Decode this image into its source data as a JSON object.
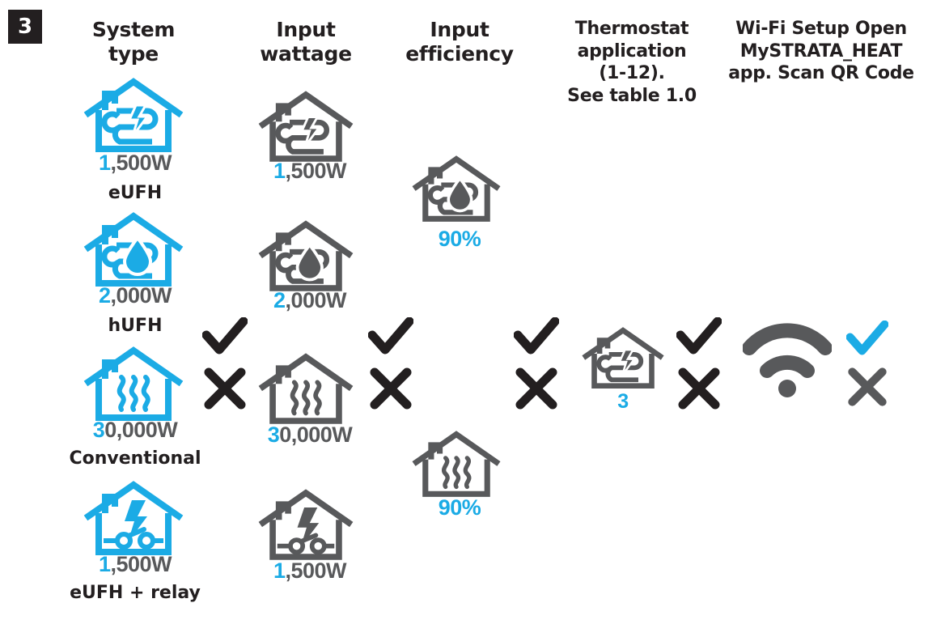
{
  "step": {
    "number": "3"
  },
  "colors": {
    "blue": "#1babe5",
    "gray": "#58595b",
    "black": "#231f20",
    "badge_bg": "#231f20"
  },
  "columns": [
    {
      "id": "system-type",
      "heading": "System\ntype"
    },
    {
      "id": "input-wattage",
      "heading": "Input\nwattage"
    },
    {
      "id": "input-efficiency",
      "heading": "Input\nefficiency"
    },
    {
      "id": "thermostat-application",
      "heading": "Thermostat\napplication\n(1-12).\nSee table 1.0"
    },
    {
      "id": "wifi-setup",
      "heading": "Wi-Fi Setup Open\nMySTRATA_HEAT\napp. Scan QR Code"
    }
  ],
  "headings": {
    "system_type_line1": "System",
    "system_type_line2": "type",
    "input_wattage_line1": "Input",
    "input_wattage_line2": "wattage",
    "input_efficiency_line1": "Input",
    "input_efficiency_line2": "efficiency",
    "thermostat_line1": "Thermostat",
    "thermostat_line2": "application",
    "thermostat_line3": "(1-12).",
    "thermostat_line4": "See table 1.0",
    "wifi_line1": "Wi-Fi Setup Open",
    "wifi_line2": "MySTRATA_HEAT",
    "wifi_line3": "app. Scan QR Code"
  },
  "system_type": [
    {
      "icon": "house-electric-underfloor-icon",
      "value": "1,500W",
      "lead": "1",
      "rest": ",500W",
      "label": "eUFH"
    },
    {
      "icon": "house-hydronic-underfloor-icon",
      "value": "2,000W",
      "lead": "2",
      "rest": ",000W",
      "label": "hUFH"
    },
    {
      "icon": "house-convection-heat-icon",
      "value": "30,000W",
      "lead": "3",
      "rest": "0,000W",
      "label": "Conventional"
    },
    {
      "icon": "house-electric-relay-icon",
      "value": "1,500W",
      "lead": "1",
      "rest": ",500W",
      "label": "eUFH + relay"
    }
  ],
  "input_wattage": [
    {
      "icon": "house-electric-underfloor-icon",
      "lead": "1",
      "rest": ",500W"
    },
    {
      "icon": "house-hydronic-underfloor-icon",
      "lead": "2",
      "rest": ",000W"
    },
    {
      "icon": "house-convection-heat-icon",
      "lead": "3",
      "rest": "0,000W"
    },
    {
      "icon": "house-electric-relay-icon",
      "lead": "1",
      "rest": ",500W"
    }
  ],
  "input_efficiency": [
    {
      "icon": "house-hydronic-underfloor-icon",
      "value": "90%"
    },
    {
      "icon": "house-convection-heat-icon",
      "value": "90%"
    }
  ],
  "thermostat_application": {
    "icon": "house-electric-underfloor-icon",
    "value": "3"
  },
  "wifi_setup": {
    "icon": "wifi-signal-icon"
  },
  "marks": [
    {
      "id": "mark-pair-1",
      "check": "check-icon",
      "cross": "cross-icon",
      "check_color": "#231f20",
      "cross_color": "#231f20"
    },
    {
      "id": "mark-pair-2",
      "check": "check-icon",
      "cross": "cross-icon",
      "check_color": "#231f20",
      "cross_color": "#231f20"
    },
    {
      "id": "mark-pair-3",
      "check": "check-icon",
      "cross": "cross-icon",
      "check_color": "#231f20",
      "cross_color": "#231f20"
    },
    {
      "id": "mark-pair-4",
      "check": "check-icon",
      "cross": "cross-icon",
      "check_color": "#231f20",
      "cross_color": "#231f20"
    },
    {
      "id": "mark-pair-5",
      "check": "check-icon",
      "cross": "cross-icon",
      "check_color": "#1babe5",
      "cross_color": "#58595b"
    }
  ]
}
